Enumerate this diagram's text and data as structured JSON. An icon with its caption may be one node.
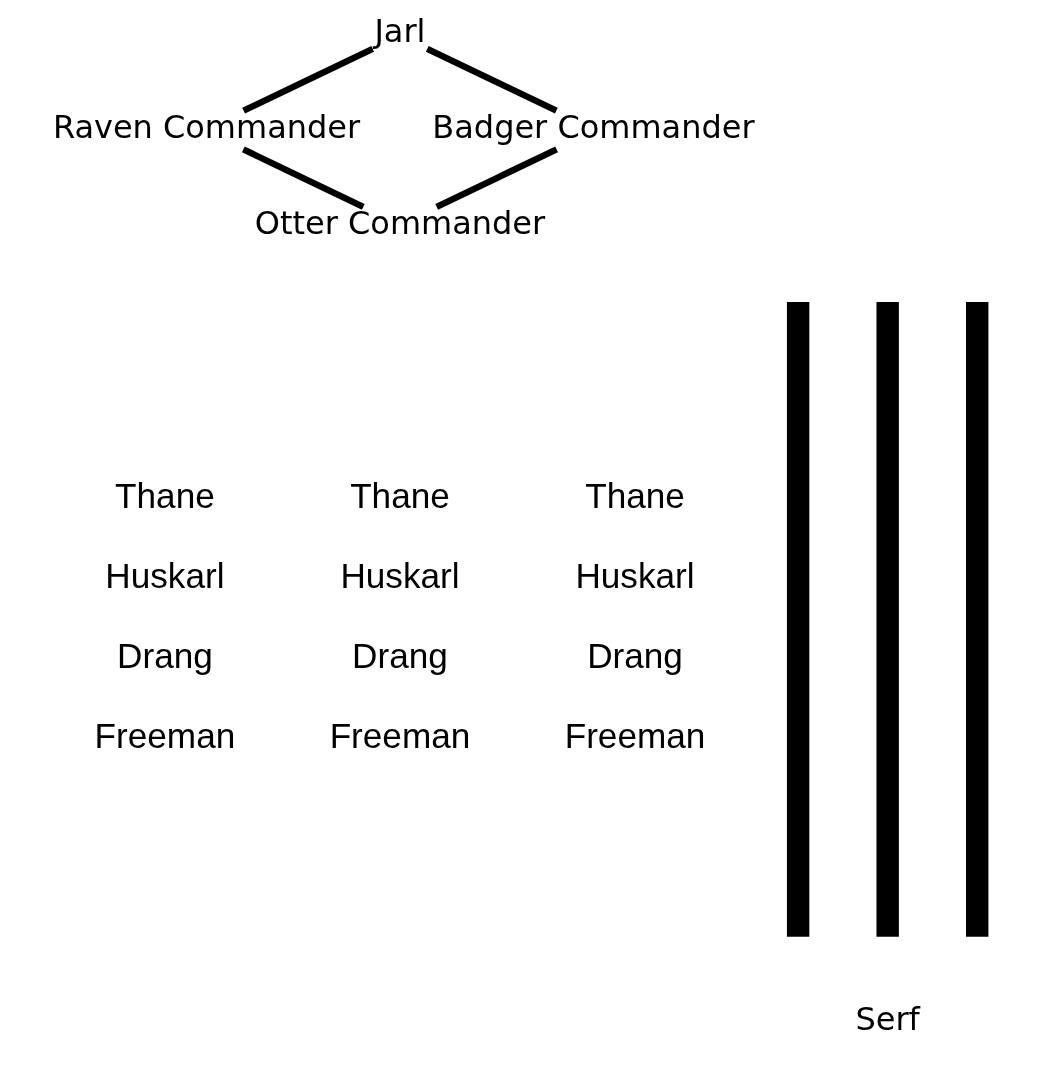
{
  "diagram": {
    "nodes": [
      {
        "text": [
          "Jarl"
        ]
      },
      {
        "text": [
          "Raven Commander"
        ]
      },
      {
        "text": [
          "Badger Commander"
        ]
      },
      {
        "text": [
          "Otter Commander"
        ]
      },
      {
        "text": [],
        "shape": "bar",
        "beside": [
          "Thane",
          "Huskarl",
          "Drang",
          "Freeman"
        ]
      },
      {
        "text": [],
        "shape": "bar",
        "beside": [
          "Thane",
          "Huskarl",
          "Drang",
          "Freeman"
        ]
      },
      {
        "text": [],
        "shape": "bar",
        "beside": [
          "Thane",
          "Huskarl",
          "Drang",
          "Freeman"
        ]
      }
    ],
    "edges": [
      {
        "from": 0,
        "to": 1,
        "arrow": "none"
      },
      {
        "from": 0,
        "to": 2,
        "arrow": "none"
      },
      {
        "from": 1,
        "to": 3,
        "arrow": "none"
      },
      {
        "from": 2,
        "to": 3,
        "arrow": "none"
      }
    ],
    "labels": [
      "Serf"
    ]
  }
}
